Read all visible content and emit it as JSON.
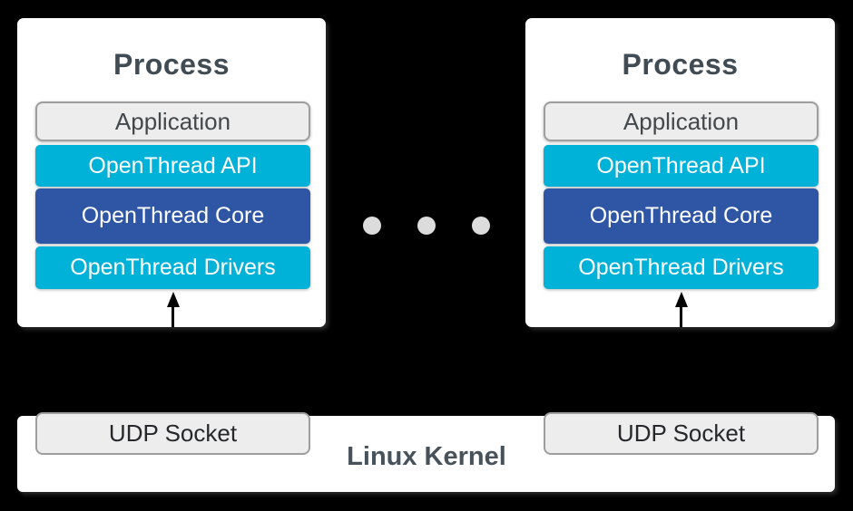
{
  "diagram": {
    "description": "OpenThread POSIX architecture: multiple processes over Linux Kernel UDP sockets"
  },
  "colors": {
    "canvas_bg": "#000000",
    "cyan": "#00b1d8",
    "blue": "#2e56a4",
    "gray_fill": "#ededed",
    "gray_border": "#9e9e9e",
    "title_text": "#414b53",
    "app_text": "#43484c",
    "udp_text": "#26282b",
    "kernel_text": "#47525a",
    "dot": "#dcdcdc",
    "layer_text": "#ffffff"
  },
  "processes": [
    {
      "title": "Process",
      "layers": [
        {
          "label": "Application",
          "type": "gray"
        },
        {
          "label": "OpenThread API",
          "type": "cyan"
        },
        {
          "label": "OpenThread Core",
          "type": "blue"
        },
        {
          "label": "OpenThread Drivers",
          "type": "cyan"
        }
      ]
    },
    {
      "title": "Process",
      "layers": [
        {
          "label": "Application",
          "type": "gray"
        },
        {
          "label": "OpenThread API",
          "type": "cyan"
        },
        {
          "label": "OpenThread Core",
          "type": "blue"
        },
        {
          "label": "OpenThread Drivers",
          "type": "cyan"
        }
      ]
    }
  ],
  "ellipsis": {
    "dot_count": 3
  },
  "kernel": {
    "label": "Linux Kernel",
    "sockets": [
      {
        "label": "UDP Socket"
      },
      {
        "label": "UDP Socket"
      }
    ]
  }
}
